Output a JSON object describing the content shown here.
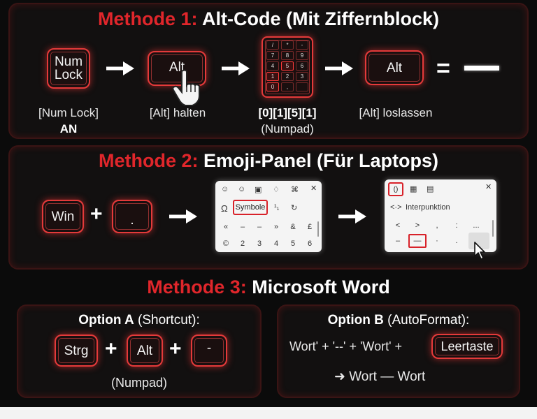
{
  "method1": {
    "title_prefix": "Methode 1:",
    "title_rest": "Alt-Code (Mit Ziffernblock)",
    "key_numlock_line1": "Num",
    "key_numlock_line2": "Lock",
    "key_alt": "Alt",
    "key_alt2": "Alt",
    "numpad_keys": [
      "/",
      "*",
      "-",
      "7",
      "8",
      "9",
      "4",
      "5",
      "6",
      "1",
      "2",
      "3",
      "0",
      ",",
      ""
    ],
    "equals": "=",
    "label_numlock": "[Num Lock]",
    "label_numlock_state": "AN",
    "label_alt_hold": "[Alt] halten",
    "label_code": "[0][1][5][1]",
    "label_numpad": "(Numpad)",
    "label_alt_release": "[Alt] loslassen"
  },
  "method2": {
    "title_prefix": "Methode 2:",
    "title_rest": "Emoji-Panel (Für Laptops)",
    "key_win": "Win",
    "key_period": ".",
    "plus": "+",
    "panel1": {
      "symbol_tab": "Symbole",
      "omega": "Ω",
      "close": "✕",
      "row1": [
        "«",
        "–",
        "–",
        "»",
        "&",
        "£"
      ],
      "row2": [
        "©",
        "2",
        "3",
        "4",
        "5",
        "6"
      ]
    },
    "panel2": {
      "tab_icon": "()",
      "heading": "Interpunktion",
      "heading_icon": "<·>",
      "close": "✕",
      "row1": [
        "<",
        ">",
        ",",
        ":",
        "..."
      ],
      "row2": [
        "–",
        "—",
        "·",
        ".",
        "‐"
      ]
    }
  },
  "method3": {
    "title_prefix": "Methode 3:",
    "title_rest": "Microsoft Word",
    "optionA_bold": "Option A",
    "optionA_rest": "(Shortcut):",
    "key_strg": "Strg",
    "key_alt": "Alt",
    "key_minus": "-",
    "plus": "+",
    "optionA_note": "(Numpad)",
    "optionB_bold": "Option B",
    "optionB_rest": "(AutoFormat):",
    "optionB_formula": "Wort' + '--' + 'Wort' +",
    "key_space": "Leertaste",
    "optionB_result": "➜ Wort — Wort"
  },
  "colors": {
    "accent_red": "#e0262b",
    "background": "#0b0b0b"
  }
}
